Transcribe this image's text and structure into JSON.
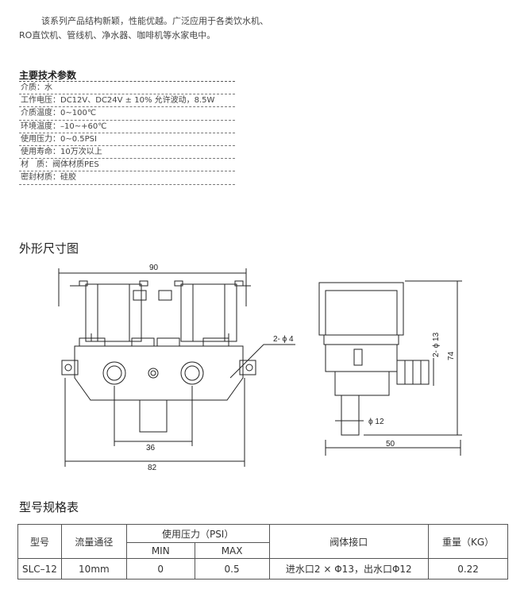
{
  "intro": {
    "line1": "该系列产品结构新颖，性能优越。广泛应用于各类饮水机、",
    "line2": "RO直饮机、管线机、净水器、咖啡机等水家电中。"
  },
  "spec": {
    "title": "主要技术参数",
    "rows": [
      "介质：水",
      "工作电压：DC12V、DC24V ± 10% 允许波动，8.5W",
      "介质温度：0~100℃",
      "环境温度：–10~+60℃",
      "使用压力：0~0.5PSI",
      "使用寿命：10万次以上",
      "材　质：阀体材质PES",
      "密封材质：硅胶"
    ]
  },
  "drawing": {
    "title": "外形尺寸图",
    "labels": {
      "width_90": "90",
      "hole": "2- ϕ 4",
      "center_36": "36",
      "base_82": "82",
      "side_inlet": "2- ϕ 13",
      "height_74": "74",
      "outlet": "ϕ 12",
      "depth_50": "50"
    }
  },
  "table": {
    "title": "型号规格表",
    "headers": {
      "model": "型号",
      "flow": "流量通径",
      "pressure": "使用压力（PSI）",
      "min": "MIN",
      "max": "MAX",
      "port": "阀体接口",
      "weight": "重量（KG）"
    },
    "rows": [
      {
        "model": "SLC–12",
        "flow": "10mm",
        "min": "0",
        "max": "0.5",
        "port": "进水口2 × Φ13，出水口Φ12",
        "weight": "0.22"
      }
    ]
  }
}
